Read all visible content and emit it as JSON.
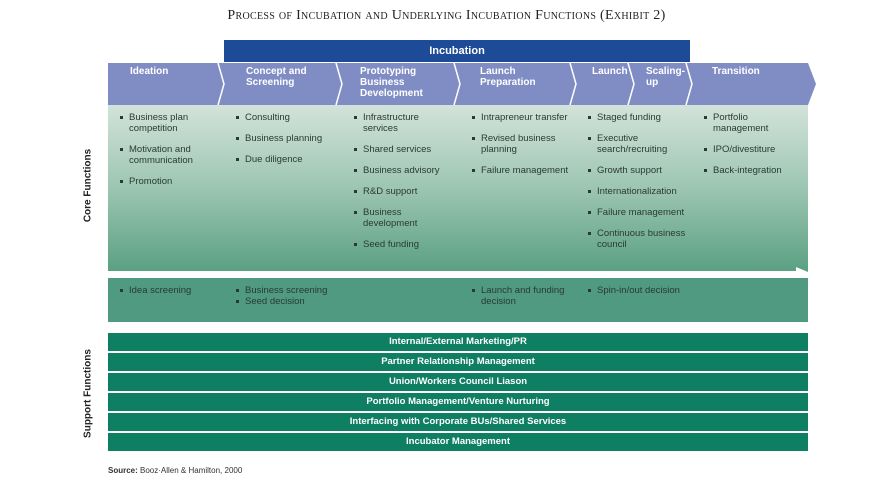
{
  "title": "Process of Incubation and Underlying Incubation Functions (Exhibit 2)",
  "incubation_label": "Incubation",
  "side_labels": {
    "core": "Core Functions",
    "support": "Support Functions"
  },
  "phases": [
    {
      "name": "Ideation",
      "core": [
        "Business plan competition",
        "Motivation and communication",
        "Promotion"
      ],
      "lower": [
        "Idea screening"
      ]
    },
    {
      "name": "Concept and Screening",
      "core": [
        "Consulting",
        "Business planning",
        "Due diligence"
      ],
      "lower": [
        "Business screening",
        "Seed decision"
      ]
    },
    {
      "name": "Prototyping Business Development",
      "core": [
        "Infrastructure services",
        "Shared services",
        "Business advisory",
        "R&D support",
        "Business development",
        "Seed funding"
      ],
      "lower": []
    },
    {
      "name": "Launch Preparation",
      "core": [
        "Intrapreneur transfer",
        "Revised business planning",
        "Failure management"
      ],
      "lower": [
        "Launch and funding decision"
      ]
    },
    {
      "name": "Launch",
      "name2": "Scaling-up",
      "core": [
        "Staged funding",
        "Executive search/recruiting",
        "Growth support",
        "Internationalization",
        "Failure management",
        "Continuous business council"
      ],
      "lower": [
        "Spin-in/out decision"
      ]
    },
    {
      "name": "Transition",
      "core": [
        "Portfolio management",
        "IPO/divestiture",
        "Back-integration"
      ],
      "lower": []
    }
  ],
  "support": [
    "Internal/External Marketing/PR",
    "Partner Relationship Management",
    "Union/Workers Council Liason",
    "Portfolio Management/Venture Nurturing",
    "Interfacing with Corporate BUs/Shared Services",
    "Incubator Management"
  ],
  "source": {
    "label": "Source:",
    "text": " Booz·Allen & Hamilton, 2000"
  },
  "colors": {
    "incubation": "#1d4b97",
    "chevron": "#7f8dc4",
    "support": "#0e7f62"
  }
}
